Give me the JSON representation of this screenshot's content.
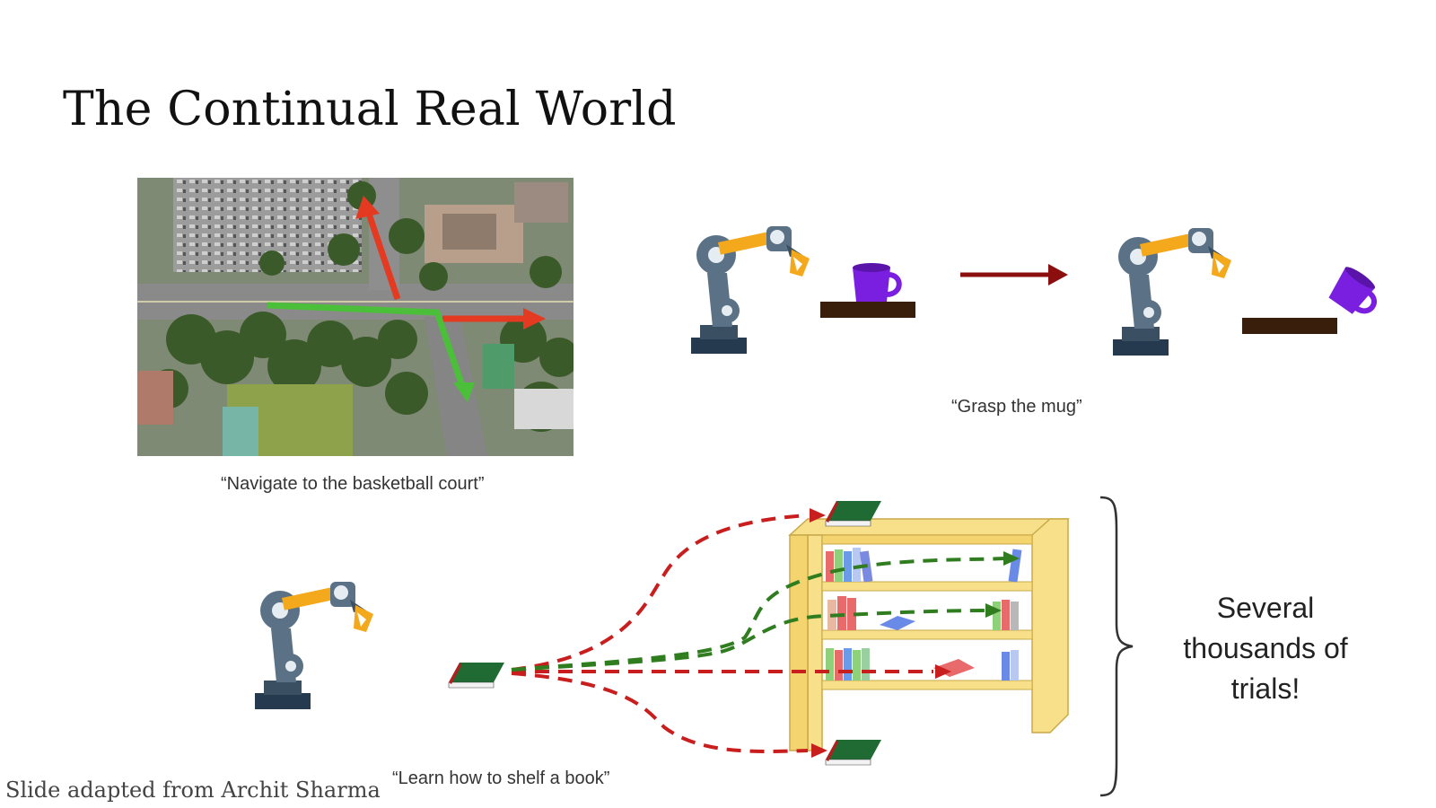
{
  "slide": {
    "title": "The Continual Real World",
    "credit": "Slide adapted from Archit Sharma"
  },
  "captions": {
    "navigate": "“Navigate to the basketball court”",
    "grasp": "“Grasp the mug”",
    "shelf": "“Learn how to shelf a book”"
  },
  "callout": {
    "line1": "Several",
    "line2": "thousands of",
    "line3": "trials!"
  },
  "colors": {
    "red_path": "#c81e1e",
    "green_path": "#2f7d1f",
    "robot_body": "#5b7186",
    "robot_accent": "#f4a81b",
    "mug": "#7a1fe0",
    "shelf": "#f8e08a",
    "book_cover": "#1f6b33"
  }
}
